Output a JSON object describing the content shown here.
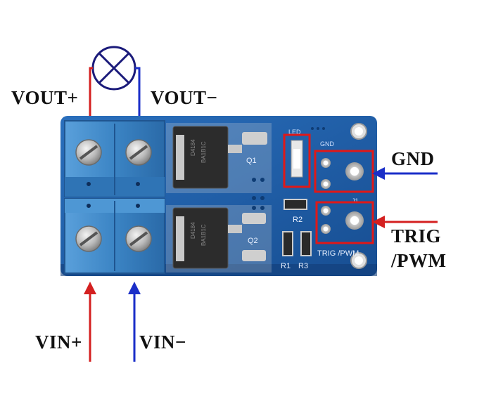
{
  "labels": {
    "vout_plus": "VOUT+",
    "vout_minus": "VOUT−",
    "gnd": "GND",
    "trig": "TRIG",
    "pwm": "/PWM",
    "vin_plus": "VIN+",
    "vin_minus": "VIN−"
  },
  "silkscreen": {
    "led": "LED",
    "gnd": "GND",
    "q1": "Q1",
    "q2": "Q2",
    "r1": "R1",
    "r2": "R2",
    "r3": "R3",
    "j1": "J1",
    "trig_pwm": "TRIG /PWM"
  },
  "chips": {
    "q1_line1": "D4184",
    "q1_line2": "BA1B1C",
    "q2_line1": "D4184",
    "q2_line2": "BA1B1C"
  },
  "colors": {
    "positive_wire": "#d42020",
    "negative_wire": "#1a2ec8",
    "highlight_box": "#e01818",
    "pcb": "#1f5fa8",
    "terminal": "#3d86c6",
    "label_text": "#111111"
  },
  "icons": {
    "lamp": "lamp-symbol"
  }
}
